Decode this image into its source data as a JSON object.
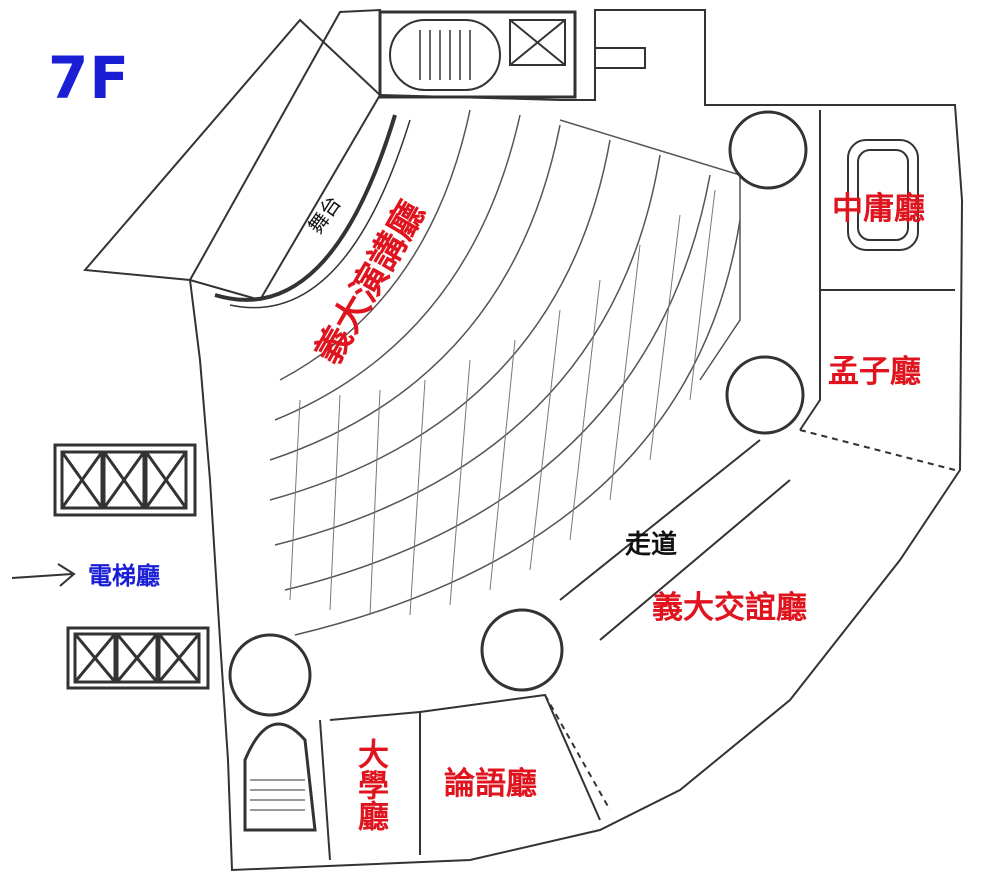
{
  "floor": {
    "label": "7F"
  },
  "rooms": {
    "yida_lecture_hall": "義大演講廳",
    "stage": "舞台",
    "zhongyong_hall": "中庸廳",
    "mengzi_hall": "孟子廳",
    "walkway": "走道",
    "yida_social_hall": "義大交誼廳",
    "lunyu_hall": "論語廳",
    "daxue_hall": "大學廳",
    "elevator_lobby": "電梯廳"
  },
  "colors": {
    "room_label": "#e0141e",
    "floor_label": "#1a1fd6",
    "elevator_label": "#1a1fd6",
    "walkway_label": "#111111",
    "linework": "#333333"
  },
  "icons": [
    "entrance-arrow-icon",
    "column-circle-icon",
    "elevator-cross-icon",
    "stair-icon",
    "seat-icon",
    "door-swing-icon"
  ]
}
